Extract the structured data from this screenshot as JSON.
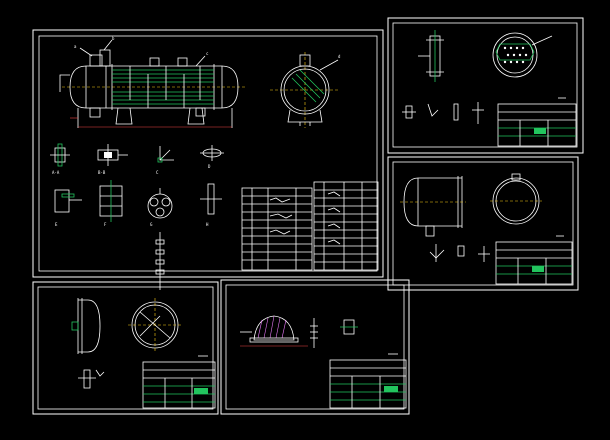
{
  "viewport": {
    "background": "#000000"
  },
  "colors": {
    "line_primary": "#ffffff",
    "line_accent": "#22c55e",
    "line_center": "#facc15",
    "line_dim": "#ef4444",
    "line_aux": "#22d3ee",
    "line_hatch": "#e879f9"
  },
  "sheets": [
    {
      "id": "main-assembly",
      "views": [
        "shell-and-tube-elevation",
        "end-view",
        "detail-sections",
        "parts-list"
      ]
    },
    {
      "id": "tube-sheet",
      "views": [
        "side-view",
        "plan-view",
        "details",
        "title-block"
      ]
    },
    {
      "id": "shell",
      "views": [
        "elevation",
        "end-view",
        "details",
        "title-block"
      ]
    },
    {
      "id": "front-head",
      "views": [
        "side-view",
        "end-view",
        "details",
        "title-block"
      ]
    },
    {
      "id": "baffle",
      "views": [
        "section",
        "detail",
        "title-block"
      ]
    }
  ]
}
